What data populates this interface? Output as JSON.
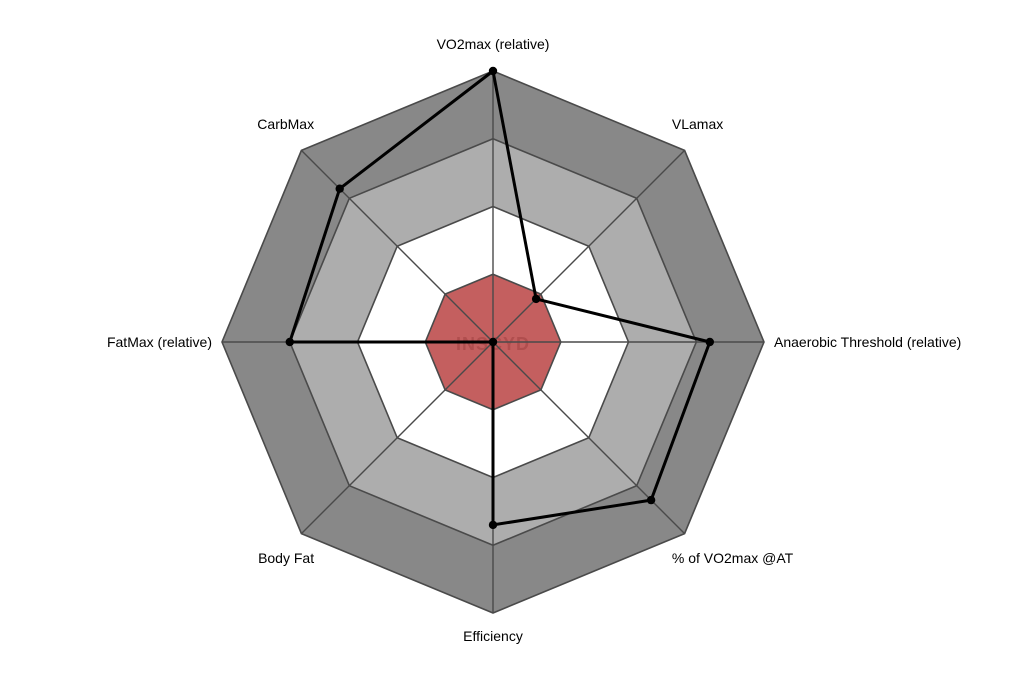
{
  "chart_data": {
    "type": "radar",
    "axes": [
      "VO2max (relative)",
      "VLamax",
      "Anaerobic Threshold (relative)",
      "% of VO2max @AT",
      "Efficiency",
      "Body Fat",
      "FatMax (relative)",
      "CarbMax"
    ],
    "range": [
      0,
      4
    ],
    "bands": [
      {
        "from": 0,
        "to": 1,
        "color": "#c45f5f"
      },
      {
        "from": 1,
        "to": 2,
        "color": "#ffffff"
      },
      {
        "from": 2,
        "to": 3,
        "color": "#adadad"
      },
      {
        "from": 3,
        "to": 4,
        "color": "#888888"
      }
    ],
    "series": [
      {
        "values": [
          4.0,
          0.9,
          3.2,
          3.3,
          2.7,
          0.0,
          3.0,
          3.2
        ],
        "color": "#000000"
      }
    ],
    "watermark": "INSCYD",
    "grid_color": "#4a4a4a"
  }
}
